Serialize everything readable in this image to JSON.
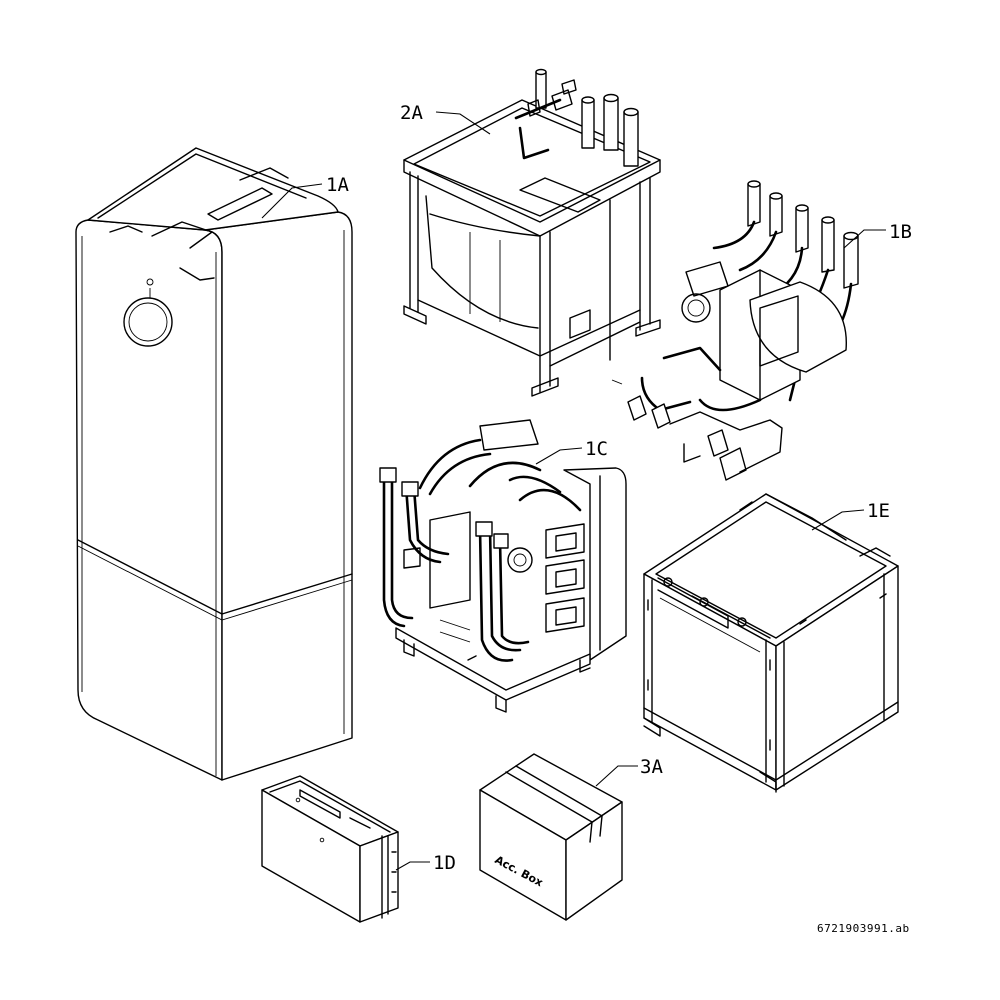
{
  "callouts": {
    "c_1a": "1A",
    "c_1b": "1B",
    "c_1c": "1C",
    "c_1d": "1D",
    "c_1e": "1E",
    "c_2a": "2A",
    "c_3a": "3A"
  },
  "box_label": "Acc. Box",
  "document_id": "6721903991.ab"
}
